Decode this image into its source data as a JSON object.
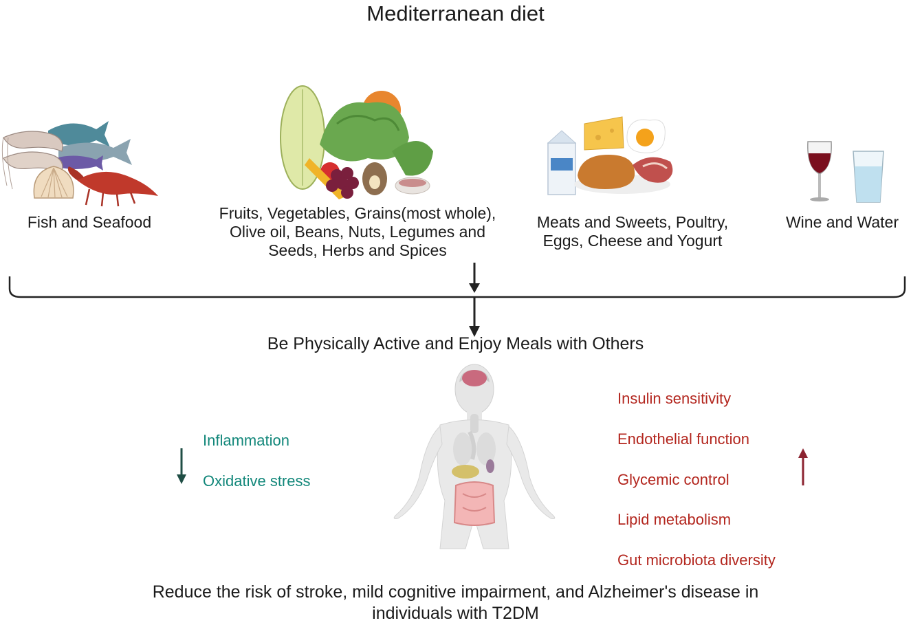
{
  "title": "Mediterranean diet",
  "categories": [
    {
      "id": "fish",
      "label": "Fish and Seafood",
      "icon": "fish-seafood-icon"
    },
    {
      "id": "plants",
      "label_lines": [
        "Fruits, Vegetables, Grains(most whole),",
        "Olive oil, Beans, Nuts, Legumes and",
        "Seeds, Herbs and Spices"
      ],
      "icon": "fruits-vegetables-icon"
    },
    {
      "id": "animal",
      "label_lines": [
        "Meats and Sweets, Poultry,",
        "Eggs, Cheese and Yogurt"
      ],
      "icon": "meats-dairy-icon"
    },
    {
      "id": "drinks",
      "label": "Wine and Water",
      "icon": "wine-water-icon"
    }
  ],
  "activity": "Be Physically Active and Enjoy Meals with Others",
  "decreased": [
    "Inflammation",
    "Oxidative stress"
  ],
  "increased": [
    "Insulin sensitivity",
    "Endothelial function",
    "Glycemic control",
    "Lipid metabolism",
    "Gut microbiota diversity"
  ],
  "conclusion_lines": [
    "Reduce the risk of stroke, mild cognitive impairment, and Alzheimer's disease in",
    "individuals with T2DM"
  ],
  "colors": {
    "decrease": "#12877a",
    "increase": "#b3261e",
    "arrow_down": "#1f4e45",
    "arrow_up": "#8b2330",
    "text": "#1a1a1a"
  }
}
